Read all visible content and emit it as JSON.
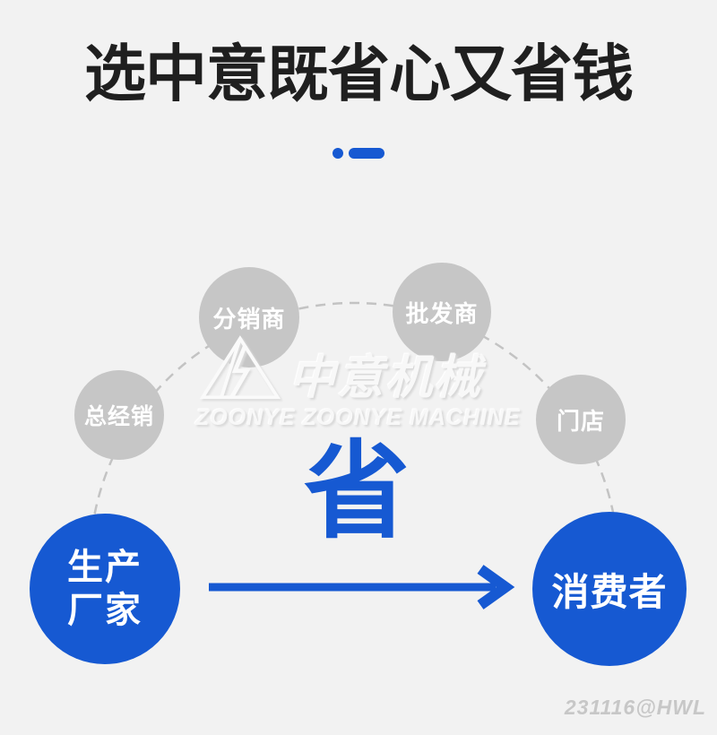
{
  "colors": {
    "background": "#f2f2f2",
    "accent_blue": "#1659d2",
    "node_gray": "#c6c6c6",
    "dash_gray": "#c3c3c3",
    "title_black": "#1f1f1f",
    "watermark_white": "#f8f8f8",
    "credit_gray": "#c7c7c7"
  },
  "title": {
    "text": "选中意既省心又省钱"
  },
  "diagram": {
    "middlemen": [
      {
        "label": "总经销"
      },
      {
        "label": "分销商"
      },
      {
        "label": "批发商"
      },
      {
        "label": "门店"
      }
    ],
    "producer": {
      "line1": "生产",
      "line2": "厂家"
    },
    "consumer": {
      "label": "消费者"
    },
    "save_label": "省"
  },
  "watermark": {
    "cn": "中意机械",
    "en": "ZOONYE ZOONYE  MACHINE"
  },
  "footer": {
    "credit": "231116@HWL"
  }
}
